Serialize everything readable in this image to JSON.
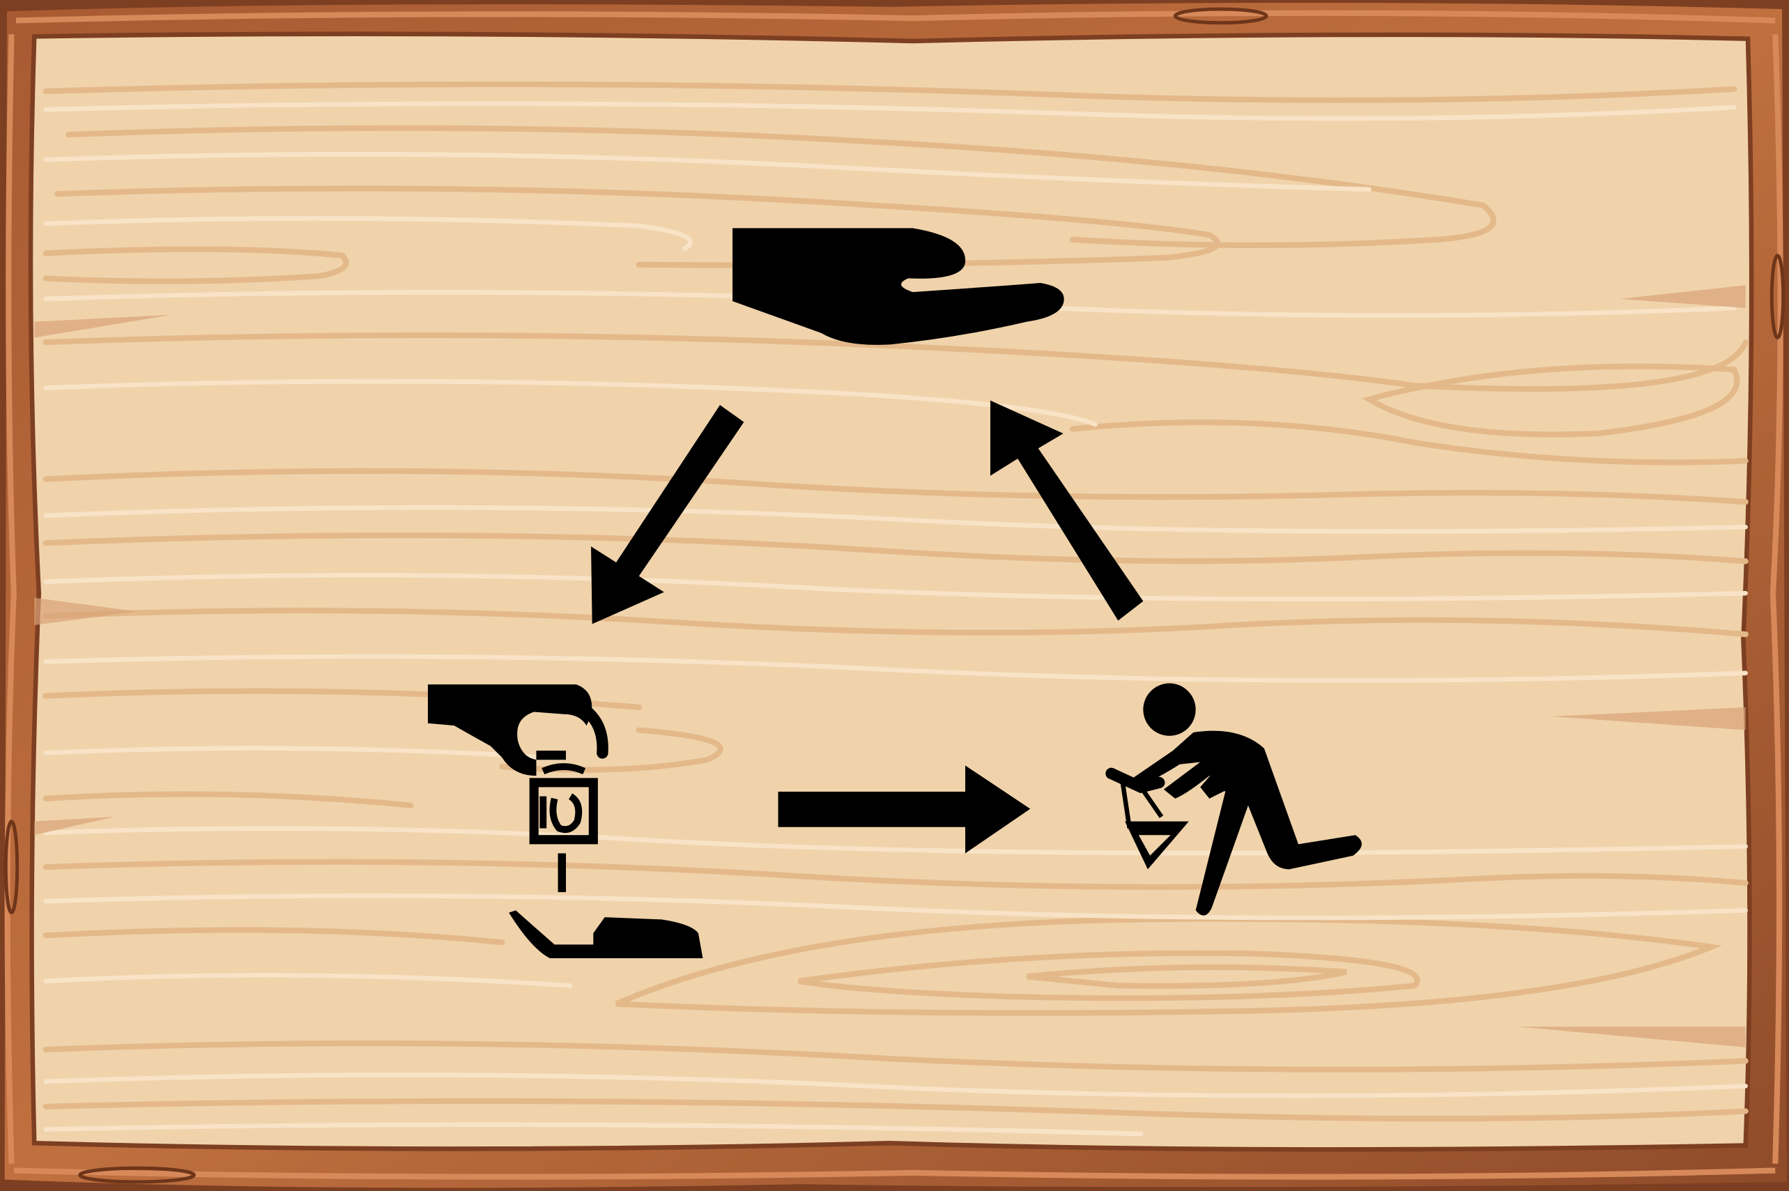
{
  "diagram": {
    "type": "cycle",
    "nodes": [
      {
        "id": "open-hand",
        "icon": "open-hand-icon"
      },
      {
        "id": "hand-dropping-bag",
        "icon": "hand-dropping-bag-icon"
      },
      {
        "id": "person-picking-up-bag",
        "icon": "person-picking-up-bag-icon"
      }
    ],
    "edges": [
      {
        "from": "open-hand",
        "to": "hand-dropping-bag"
      },
      {
        "from": "hand-dropping-bag",
        "to": "person-picking-up-bag"
      },
      {
        "from": "person-picking-up-bag",
        "to": "open-hand"
      }
    ]
  },
  "colors": {
    "board": "#f0d3ab",
    "grain_light": "#f8e3c6",
    "grain_dark": "#e4b98a",
    "frame_dark": "#7d3f21",
    "frame_mid": "#b9683b",
    "frame_light": "#d8895a",
    "icon": "#000000"
  }
}
